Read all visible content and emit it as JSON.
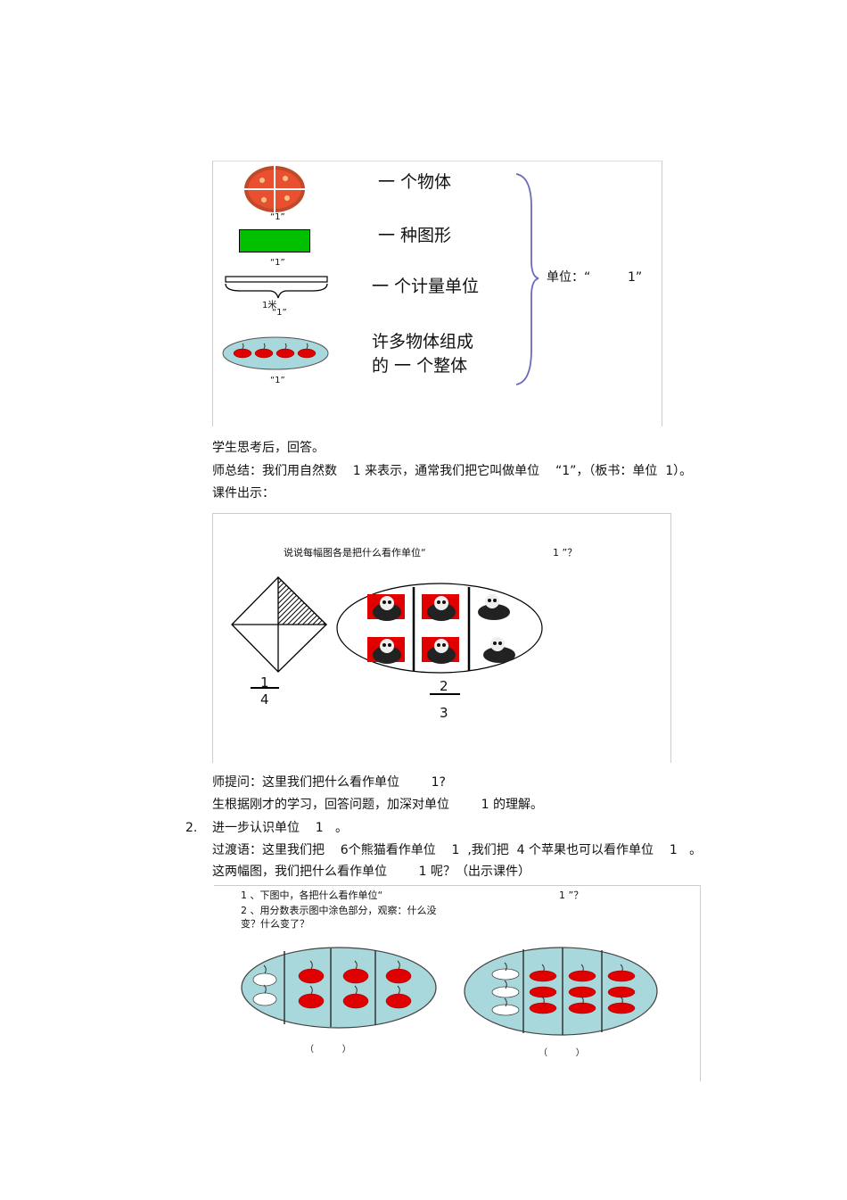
{
  "fig1": {
    "row1_text": "一 个物体",
    "row2_text": "一 种图形",
    "row3_text": "一 个计量单位",
    "row4_line1": "许多物体组成",
    "row4_line2": "的 一 个整体",
    "label1": "“1”",
    "label2": "“1”",
    "label3_meter": "1米",
    "label3": "“1”",
    "label4": "“1”",
    "unit_label": "单位：“",
    "unit_value": "1”",
    "colors": {
      "green_rect": "#00c000",
      "apple": "#e00000",
      "plate": "#a8d8dc",
      "brace": "#6a6ab8"
    }
  },
  "para1": {
    "line1": "学生思考后，回答。",
    "line2": "师总结：我们用自然数    1 来表示，通常我们把它叫做单位    “1”，（板书：单位  1）。",
    "line3": "课件出示："
  },
  "fig2": {
    "question": "说说每幅图各是把什么看作单位“",
    "question_end": "1 ”？",
    "frac1_num": "1",
    "frac1_den": "4",
    "frac2_num": "2",
    "frac2_den": "3"
  },
  "para2": {
    "line1": "师提问：这里我们把什么看作单位        1?",
    "line2": "生根据刚才的学习，回答问题，加深对单位        1 的理解。",
    "item_num": "2.",
    "item_line": "进一步认识单位    1   。",
    "line3": "过渡语：这里我们把    6个熊猫看作单位    1  ,我们把  4 个苹果也可以看作单位    1   。",
    "line4": "这两幅图，我们把什么看作单位        1 呢？（出示课件）"
  },
  "fig3": {
    "q1": "1 、下图中，各把什么看作单位“",
    "q1_end": "1 ”？",
    "q2_line1": "2 、用分数表示图中涂色部分，观察：什么没",
    "q2_line2": "变？什么变了？",
    "blank1": "（          ）",
    "blank2": "（          ）"
  }
}
